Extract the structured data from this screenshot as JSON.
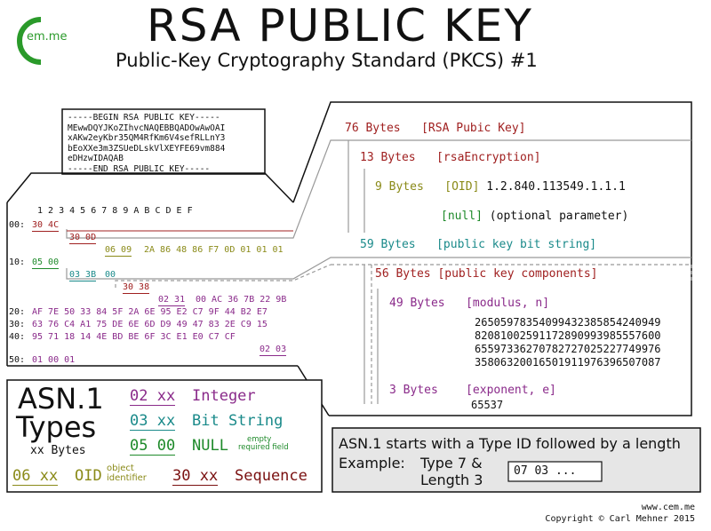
{
  "title": "RSA PUBLIC KEY",
  "subtitle": "Public-Key Cryptography Standard (PKCS) #1",
  "logo": {
    "big": "C",
    "small": "em.me"
  },
  "colors": {
    "red": "#a02020",
    "olive": "#8a8a18",
    "green": "#1e8a2a",
    "teal": "#1a8a8a",
    "purple": "#8a2a8a",
    "blue": "#2a2aa8",
    "maroon": "#7a1010"
  },
  "pem": [
    "-----BEGIN RSA PUBLIC KEY-----",
    "MEwwDQYJKoZIhvcNAQEBBQADOwAwOAI",
    "xAKw2eyKbr35QM4RfKm6V4sefRLLnY3",
    "bEoXXe3m3ZSUeDLskVlXEYFE69vm884",
    "eDHzwIDAQAB",
    "-----END RSA PUBLIC KEY-----"
  ],
  "hex": {
    "columns": "1 2 3 4 5 6 7 8 9 A B C D E F",
    "row00": {
      "label": "00:",
      "seq": "30 4C"
    },
    "row00b": "30 0D",
    "oid": "06 09",
    "oid_rest": "2A 86 48 86 F7 0D 01 01 01",
    "row10": {
      "label": "10:",
      "null": "05 00"
    },
    "bitstr": "03 3B",
    "bitstr_pad": "00",
    "seq2": "30 38",
    "int1": "02 31",
    "int1_rest": "00 AC 36 7B 22 9B",
    "row20": {
      "label": "20:",
      "data": "AF 7E 50 33 84 5F 2A 6E 95 E2 C7 9F 44 B2 E7"
    },
    "row30": {
      "label": "30:",
      "data": "63 76 C4 A1 75 DE 6E 6D D9 49 47 83 2E C9 15"
    },
    "row40": {
      "label": "40:",
      "data": "95 71 18 14 4E BD BE 6F 3C E1 E0 C7 CF"
    },
    "int2": "02 03",
    "row50": {
      "label": "50:",
      "data": "01 00 01"
    }
  },
  "structure": {
    "l76": {
      "bytes": "76 Bytes",
      "desc": "[RSA Pubic Key]"
    },
    "l13": {
      "bytes": "13 Bytes",
      "desc": "[rsaEncryption]"
    },
    "l9": {
      "bytes": "9 Bytes",
      "desc": "[OID]",
      "value": "1.2.840.113549.1.1.1"
    },
    "lnull": {
      "desc": "[null]",
      "note": "(optional parameter)"
    },
    "l59": {
      "bytes": "59 Bytes",
      "desc": "[public key bit string]"
    },
    "l56": {
      "bytes": "56 Bytes",
      "desc": "[public key components]"
    },
    "l49": {
      "bytes": "49 Bytes",
      "desc": "[modulus, n]"
    },
    "modulus": [
      "2650597835409943238585424094​9",
      "82081002591172890993985557600",
      "65597336270782727025227749976",
      "35806320016501911976396507087"
    ],
    "l3": {
      "bytes": "3 Bytes",
      "desc": "[exponent, e]",
      "value": "65537"
    }
  },
  "types": {
    "heading1": "ASN.1",
    "heading2": "Types",
    "heading3": "xx Bytes",
    "int_code": "02 xx",
    "int_name": "Integer",
    "bit_code": "03 xx",
    "bit_name": "Bit String",
    "null_code": "05 00",
    "null_name": "NULL",
    "null_note1": "empty",
    "null_note2": "required field",
    "oid_code": "06 xx",
    "oid_name": "OID",
    "oid_note1": "object",
    "oid_note2": "identifier",
    "seq_code": "30 xx",
    "seq_name": "Sequence"
  },
  "note": {
    "line1": "ASN.1 starts with a Type ID followed by a length",
    "example": "Example:",
    "type7": "Type 7 &",
    "length3": "Length 3",
    "bytes": "07 03 ..."
  },
  "footer": {
    "site": "www.cem.me",
    "copyright": "Copyright © Carl Mehner 2015"
  }
}
